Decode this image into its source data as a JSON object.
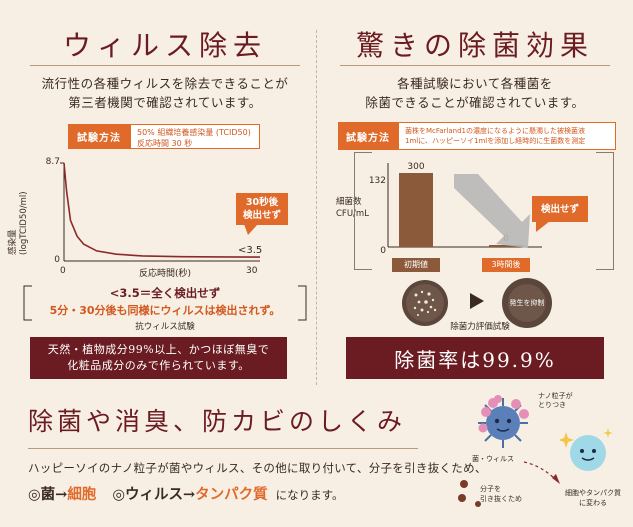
{
  "left": {
    "title": "ウィルス除去",
    "desc_line1": "流行性の各種ウィルスを除去できることが",
    "desc_line2": "第三者機関で確認されています。",
    "method_label": "試験方法",
    "method_line1": "50% 組織培養感染量 (TCID50)",
    "method_line2": "反応時間 30 秒",
    "chart_data": {
      "type": "line",
      "x": [
        0,
        0.4,
        1,
        2,
        3,
        5,
        8,
        12,
        18,
        24,
        30
      ],
      "y": [
        8.7,
        6.2,
        3.6,
        2.2,
        1.5,
        0.9,
        0.6,
        0.45,
        0.38,
        0.36,
        0.35
      ],
      "xlim": [
        0,
        30
      ],
      "ylim": [
        0,
        8.7
      ],
      "ylabel_1": "感染量",
      "ylabel_2": "(logTCID50/ml)",
      "xlabel": "反応時間(秒)",
      "y_ticks": [
        "8.7",
        "0"
      ],
      "x_ticks": [
        "0",
        "30"
      ],
      "end_label": "<3.5",
      "color": "#8b2a2a"
    },
    "callout_line1": "30秒後",
    "callout_line2": "検出せず",
    "result_line1": "<3.5＝全く検出せず",
    "result_line2": "5分・30分後も同様にウィルスは検出されず。",
    "caption": "抗ウィルス試験",
    "box_line1": "天然・植物成分99%以上、かつほぼ無臭で",
    "box_line2": "化粧品成分のみで作られています。"
  },
  "right": {
    "title": "驚きの除菌効果",
    "desc_line1": "各種試験において各種菌を",
    "desc_line2": "除菌できることが確認されています。",
    "method_label": "試験方法",
    "method_line1": "菌株をMcFarland1の濃度になるように懸濁した被検菌液",
    "method_line2": "1mlに、ハッピーソイ1mlを添加し経時的に生菌数を測定",
    "chart_data": {
      "type": "bar",
      "categories": [
        "初期値",
        "3時間後"
      ],
      "values": [
        300,
        0
      ],
      "value_labels": [
        "300",
        "0"
      ],
      "y_ticks": [
        "132",
        "0"
      ],
      "ylabel_1": "細菌数",
      "ylabel_2": "CFU/mL",
      "color": "#8a5a3a"
    },
    "callout": "検出せず",
    "dish_label": "発生を抑制",
    "caption": "除菌力評価試験",
    "rate_label": "除菌率は99.9%"
  },
  "bottom": {
    "title": "除菌や消臭、防カビのしくみ",
    "desc": "ハッピーソイのナノ粒子が菌やウィルス、その他に取り付いて、分子を引き抜くため、",
    "pair1_prefix": "◎菌",
    "pair1_arrow": "→",
    "pair1_target": "細胞",
    "pair2_prefix": "◎ウィルス",
    "pair2_arrow": "→",
    "pair2_target": "タンパク質",
    "suffix": "になります。",
    "illus_nano_1": "ナノ粒子が",
    "illus_nano_2": "とりつき",
    "illus_virus": "菌・ウィルス",
    "illus_pull_1": "分子を",
    "illus_pull_2": "引き抜くため",
    "illus_result_1": "細胞やタンパク質",
    "illus_result_2": "に変わる"
  },
  "colors": {
    "accent_dark": "#6b1c22",
    "accent_orange": "#e06a2a",
    "background": "#f7efe4"
  }
}
